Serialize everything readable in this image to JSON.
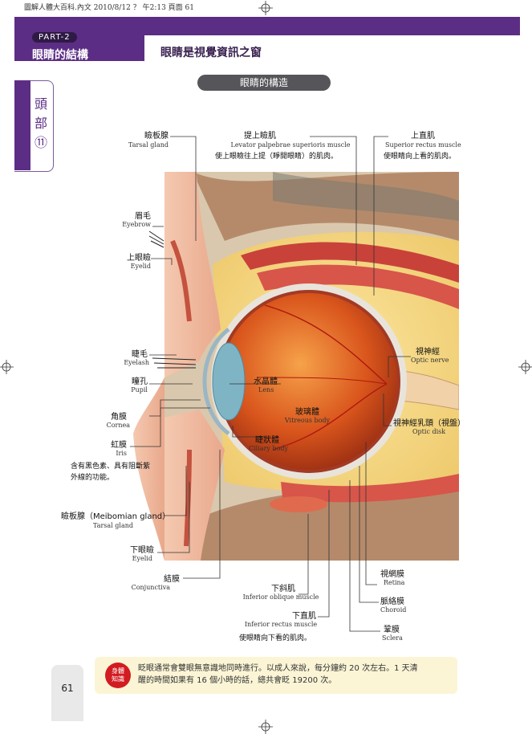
{
  "print_header": "圖解人體大百科.內文  2010/8/12  ？ 午2:13  頁面 61",
  "part": {
    "label": "PART-2",
    "title": "眼睛的結構"
  },
  "section_title": "眼睛是視覺資訊之窗",
  "side_tab": {
    "line1": "頭",
    "line2": "部",
    "line3": "⑪"
  },
  "figure_title": "眼睛的構造",
  "labels": {
    "tarsal_top": {
      "zh": "瞼板腺",
      "en": "Tarsal gland"
    },
    "levator": {
      "zh": "提上瞼肌",
      "en": "Levator palpebrae superioris muscle",
      "note": "使上眼瞼往上提（睜開眼睛）的肌肉。"
    },
    "superior_rectus": {
      "zh": "上直肌",
      "en": "Superior rectus muscle",
      "note": "使眼睛向上看的肌肉。"
    },
    "eyebrow": {
      "zh": "眉毛",
      "en": "Eyebrow"
    },
    "upper_eyelid": {
      "zh": "上眼瞼",
      "en": "Eyelid"
    },
    "eyelash": {
      "zh": "睫毛",
      "en": "Eyelash"
    },
    "pupil": {
      "zh": "瞳孔",
      "en": "Pupil"
    },
    "cornea": {
      "zh": "角膜",
      "en": "Cornea"
    },
    "iris": {
      "zh": "虹膜",
      "en": "Iris",
      "note1": "含有黑色素、具有阻斷紫",
      "note2": "外線的功能。"
    },
    "tarsal_bottom": {
      "zh": "瞼板腺（Meibomian gland）",
      "en": "Tarsal gland"
    },
    "lower_eyelid": {
      "zh": "下眼瞼",
      "en": "Eyelid"
    },
    "conjunctiva": {
      "zh": "結膜",
      "en": "Conjunctiva"
    },
    "lens": {
      "zh": "水晶體",
      "en": "Lens"
    },
    "vitreous": {
      "zh": "玻璃體",
      "en": "Vitreous body"
    },
    "ciliary": {
      "zh": "睫狀體",
      "en": "Ciliary body"
    },
    "optic_nerve": {
      "zh": "視神經",
      "en": "Optic nerve"
    },
    "optic_disk": {
      "zh": "視神經乳頭（視盤）",
      "en": "Optic disk"
    },
    "inferior_oblique": {
      "zh": "下斜肌",
      "en": "Inferior oblique muscle"
    },
    "inferior_rectus": {
      "zh": "下直肌",
      "en": "Inferior rectus muscle",
      "note": "使眼睛向下看的肌肉。"
    },
    "retina": {
      "zh": "視網膜",
      "en": "Retina"
    },
    "choroid": {
      "zh": "脈絡膜",
      "en": "Choroid"
    },
    "sclera": {
      "zh": "鞏膜",
      "en": "Sclera"
    }
  },
  "page_number": "61",
  "tip": {
    "badge_line1": "身體",
    "badge_line2": "知識",
    "line1": "眨眼通常會雙眼無意識地同時進行。以成人來說，每分鐘約 20 次左右。1 天清",
    "line2": "醒的時間如果有 16 個小時的話，總共會眨 19200 次。"
  },
  "colors": {
    "header": "#5b2d84",
    "accent": "#d21c22",
    "tip_bg": "#fbf5d6"
  }
}
